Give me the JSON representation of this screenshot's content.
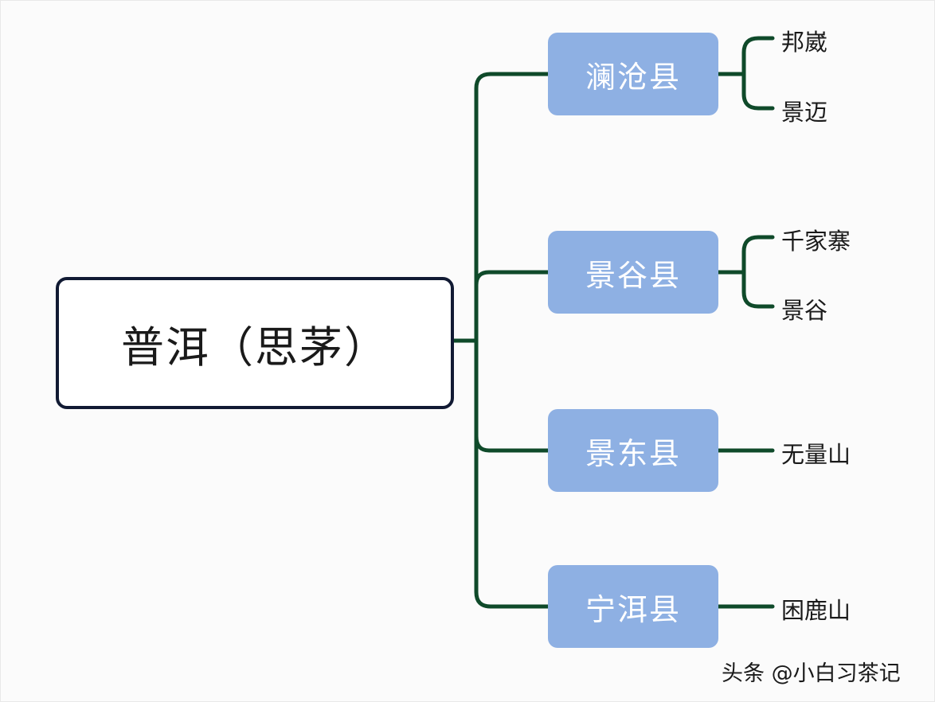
{
  "root": {
    "label": "普洱（思茅）"
  },
  "counties": [
    {
      "label": "澜沧县",
      "areas": [
        "邦崴",
        "景迈"
      ]
    },
    {
      "label": "景谷县",
      "areas": [
        "千家寨",
        "景谷"
      ]
    },
    {
      "label": "景东县",
      "areas": [
        "无量山"
      ]
    },
    {
      "label": "宁洱县",
      "areas": [
        "困鹿山"
      ]
    }
  ],
  "watermark": "头条 @小白习茶记",
  "colors": {
    "connector": "#0f4a2a",
    "county_fill": "#8eb0e3",
    "root_border": "#111a33"
  }
}
